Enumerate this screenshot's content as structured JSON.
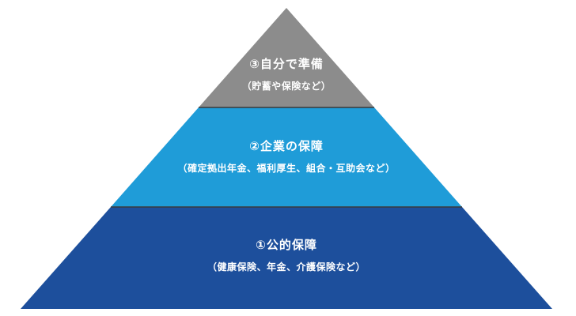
{
  "diagram": {
    "type": "pyramid",
    "description": "Three-tier pyramid of protection/preparation layers",
    "text_color": "#ffffff",
    "divider_color": "#3a3a3a",
    "tiers": [
      {
        "rank": 3,
        "label": "③自分で準備",
        "sublabel": "（貯蓄や保険など）",
        "color": "#8c8c8c"
      },
      {
        "rank": 2,
        "label": "②企業の保障",
        "sublabel": "（確定拠出年金、福利厚生、組合・互助会など）",
        "color": "#1f9cd8"
      },
      {
        "rank": 1,
        "label": "①公的保障",
        "sublabel": "（健康保険、年金、介護保険など）",
        "color": "#1d4f9c"
      }
    ]
  }
}
